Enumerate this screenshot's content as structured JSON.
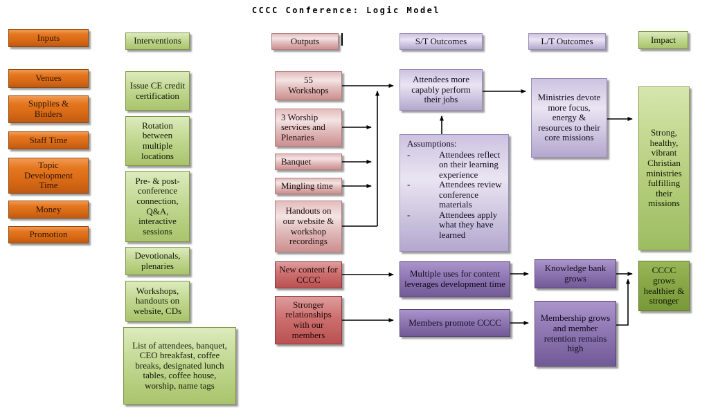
{
  "title": "CCCC Conference: Logic Model",
  "headers": {
    "inputs": "Inputs",
    "interventions": "Interventions",
    "outputs": "Outputs",
    "st_outcomes": "S/T Outcomes",
    "lt_outcomes": "L/T Outcomes",
    "impact": "Impact"
  },
  "inputs": [
    "Venues",
    "Supplies & Binders",
    "Staff Time",
    "Topic Development Time",
    "Money",
    "Promotion"
  ],
  "interventions": [
    "Issue CE credit certification",
    "Rotation between multiple locations",
    "Pre- & post-conference connection, Q&A, interactive sessions",
    "Devotionals, plenaries",
    "Workshops, handouts on website, CDs",
    "List of attendees, banquet, CEO breakfast, coffee breaks, designated lunch tables, coffee house, worship, name tags"
  ],
  "outputs": [
    "55 Workshops",
    "3 Worship services and Plenaries",
    "Banquet",
    "Mingling time",
    "Handouts on our website & workshop recordings",
    "New content for CCCC",
    "Stronger relationships with our members"
  ],
  "st": {
    "attendees": "Attendees more capably perform their jobs",
    "assumptions_title": "Assumptions:",
    "bullet": "-",
    "assumptions": [
      "Attendees reflect on their learning experience",
      "Attendees review conference materials",
      "Attendees apply what they have learned"
    ],
    "multiple_uses": "Multiple uses for content leverages development time",
    "members_promote": "Members promote CCCC"
  },
  "lt": {
    "ministries": "Ministries devote more focus, energy & resources to their core missions",
    "knowledge_bank": "Knowledge bank grows",
    "membership": "Membership grows and member retention remains high"
  },
  "impact": {
    "strong": "Strong, healthy, vibrant Christian ministries fulfilling their missions",
    "grows": "CCCC grows healthier & stronger"
  },
  "colors": {
    "inputs_orange": "#E0731A",
    "interventions_green": "#A9C46C",
    "outputs_pink": "#DCA3A3",
    "outputs_red": "#C05555",
    "outcomes_lavender": "#C4B8DA",
    "outcomes_purple": "#8670AE",
    "impact_light_green": "#9CBD62",
    "impact_dark_green": "#86A443",
    "arrow_black": "#000000"
  }
}
